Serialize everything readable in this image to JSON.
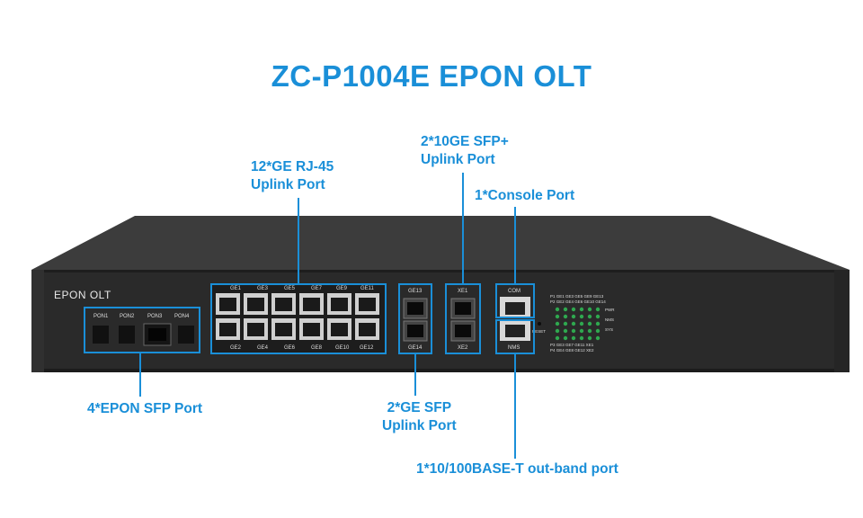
{
  "title": "ZC-P1004E EPON OLT",
  "brand": "EPON OLT",
  "callouts": {
    "rj45": {
      "line1": "12*GE RJ-45",
      "line2": "Uplink Port"
    },
    "sfp_plus": {
      "line1": "2*10GE SFP+",
      "line2": "Uplink Port"
    },
    "console": {
      "line1": "1*Console Port"
    },
    "epon": {
      "line1": "4*EPON SFP Port"
    },
    "ge_sfp": {
      "line1": "2*GE SFP",
      "line2": "Uplink Port"
    },
    "nms": {
      "line1": "1*10/100BASE-T out-band port"
    }
  },
  "pon_labels": [
    "PON1",
    "PON2",
    "PON3",
    "PON4"
  ],
  "ge_top_labels": [
    "GE1",
    "GE3",
    "GE5",
    "GE7",
    "GE9",
    "GE11"
  ],
  "ge_bottom_labels": [
    "GE2",
    "GE4",
    "GE6",
    "GE8",
    "GE10",
    "GE12"
  ],
  "sfp_labels": {
    "top": "GE13",
    "bottom": "GE14"
  },
  "xe_labels": {
    "top": "XE1",
    "bottom": "XE2"
  },
  "mgmt_labels": {
    "com": "COM",
    "nms": "NMS",
    "reset": "RESET"
  },
  "led_labels": {
    "row1": "P1  GE1 GE3 GE5 GE9  GE13",
    "row2": "P2  GE2 GE4 GE6 GE10 GE14",
    "row3": "P3  GE3 GE7 GE11 XE1",
    "row4": "P4  GE4 GE8 GE12 XE2",
    "pwr": "PWR",
    "nms": "NMS",
    "sys": "SYS"
  },
  "colors": {
    "accent": "#1a8fd8",
    "chassis": "#2b2b2b",
    "chassis_top": "#3a3a3a",
    "led": "#2fa84f"
  }
}
